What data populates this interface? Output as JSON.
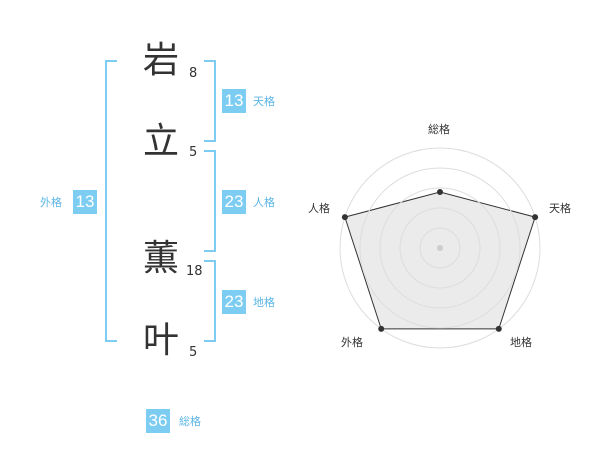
{
  "name": {
    "chars": [
      {
        "char": "岩",
        "strokes": "8"
      },
      {
        "char": "立",
        "strokes": "5"
      },
      {
        "char": "薫",
        "strokes": "18"
      },
      {
        "char": "叶",
        "strokes": "5"
      }
    ]
  },
  "kakusu": {
    "tenkaku": {
      "value": "13",
      "label": "天格"
    },
    "jinkaku": {
      "value": "23",
      "label": "人格"
    },
    "chikaku": {
      "value": "23",
      "label": "地格"
    },
    "gaikaku": {
      "value": "13",
      "label": "外格"
    },
    "soukaku": {
      "value": "36",
      "label": "総格"
    }
  },
  "radar": {
    "axes": [
      "総格",
      "天格",
      "地格",
      "外格",
      "人格"
    ],
    "values": [
      0.56,
      1.0,
      1.0,
      1.0,
      1.0
    ],
    "rings": 5,
    "fill_color": "#ebebeb",
    "ring_color": "#dddddd",
    "line_color": "#333333"
  },
  "colors": {
    "accent": "#7dcdf3",
    "label_text": "#5bb5e6"
  }
}
